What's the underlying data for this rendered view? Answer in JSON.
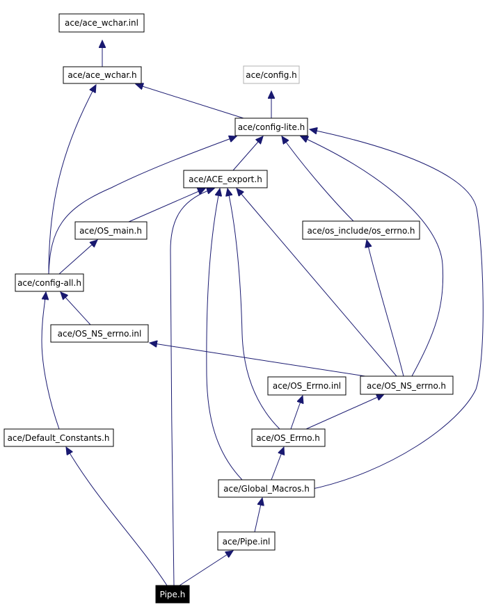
{
  "colors": {
    "edge": "#191970",
    "node_border": "#000000",
    "external_node_border": "#b0b0b0",
    "root_fill": "#000000",
    "root_text": "#ffffff"
  },
  "nodes": {
    "ace_wchar_inl": "ace/ace_wchar.inl",
    "ace_wchar_h": "ace/ace_wchar.h",
    "config_h": "ace/config.h",
    "config_lite_h": "ace/config-lite.h",
    "ace_export_h": "ace/ACE_export.h",
    "os_main_h": "ace/OS_main.h",
    "os_include_os_errno_h": "ace/os_include/os_errno.h",
    "config_all_h": "ace/config-all.h",
    "os_ns_errno_inl": "ace/OS_NS_errno.inl",
    "os_errno_inl": "ace/OS_Errno.inl",
    "os_ns_errno_h": "ace/OS_NS_errno.h",
    "default_constants_h": "ace/Default_Constants.h",
    "os_errno_h": "ace/OS_Errno.h",
    "global_macros_h": "ace/Global_Macros.h",
    "pipe_inl": "ace/Pipe.inl",
    "pipe_h": "Pipe.h"
  }
}
